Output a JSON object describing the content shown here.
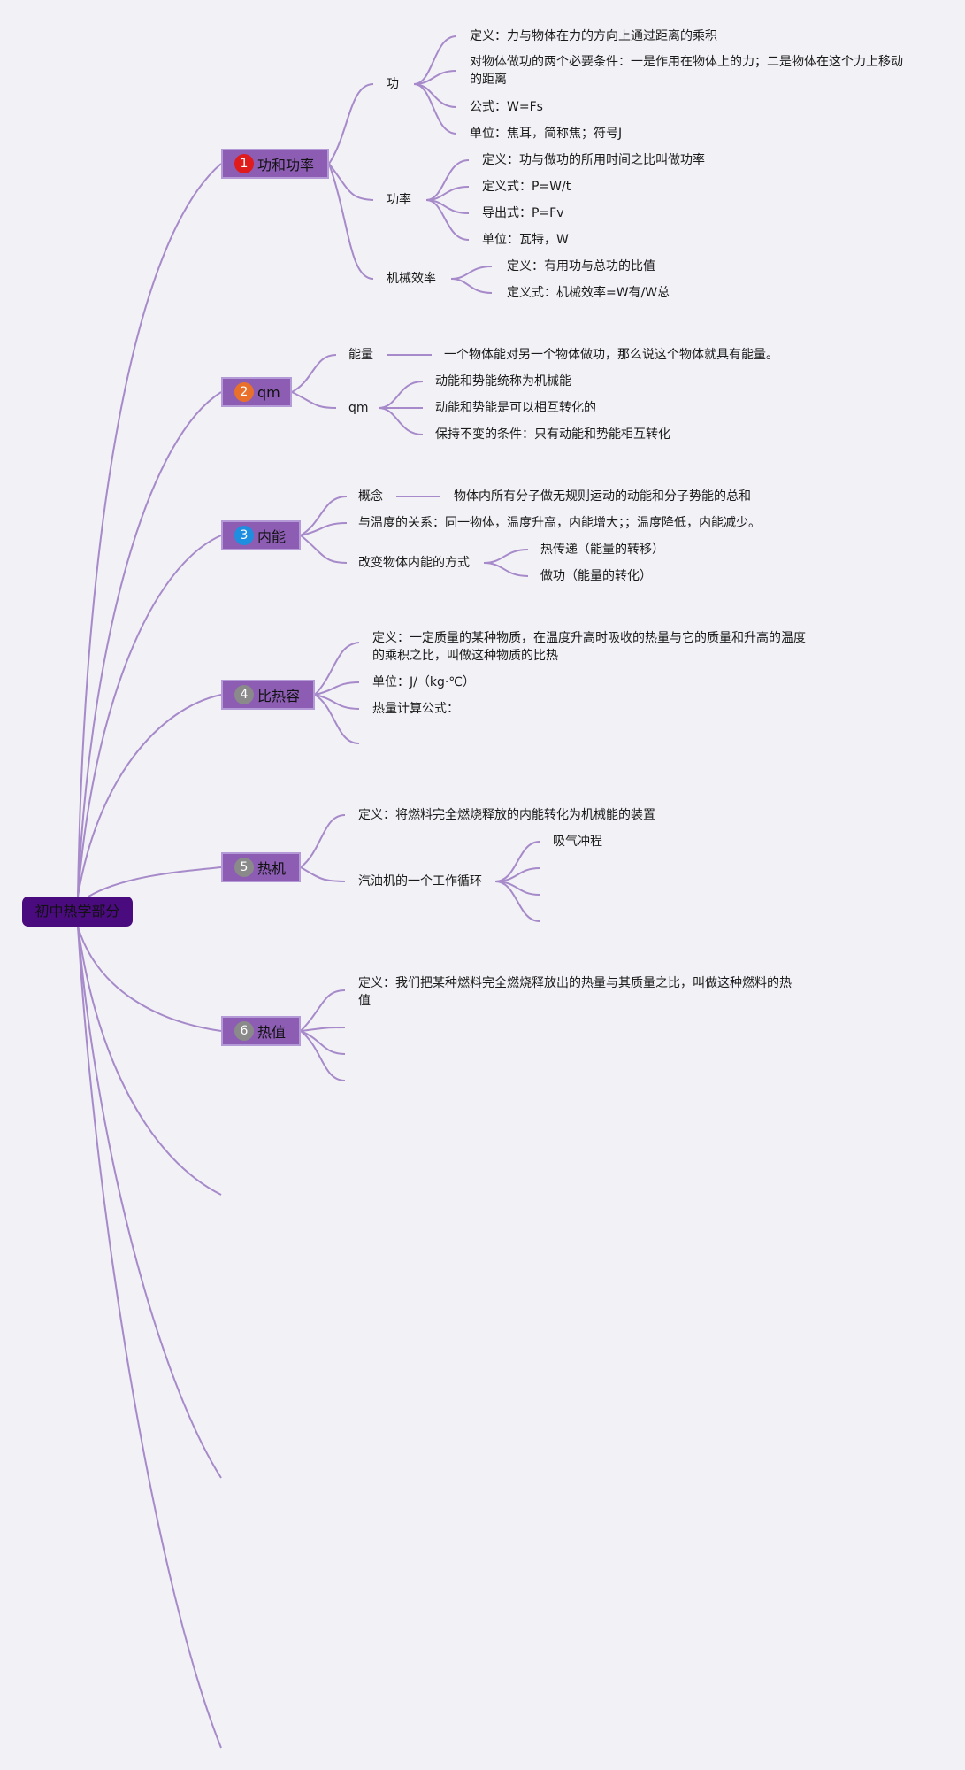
{
  "root": {
    "label": "初中热学部分"
  },
  "branches": [
    {
      "num": "1",
      "label": "功和功率",
      "num_color": "#e01b1b",
      "topics": [
        {
          "label": "功",
          "items": [
            "定义：力与物体在力的方向上通过距离的乘积",
            "对物体做功的两个必要条件：一是作用在物体上的力；二是物体在这个力上移动的距离",
            "公式：W=Fs",
            "单位：焦耳，简称焦；符号J"
          ]
        },
        {
          "label": "功率",
          "items": [
            "定义：功与做功的所用时间之比叫做功率",
            "定义式：P=W/t",
            "导出式：P=Fv",
            "单位：瓦特，W"
          ]
        },
        {
          "label": "机械效率",
          "items": [
            "定义：有用功与总功的比值",
            "定义式：机械效率=W有/W总"
          ]
        }
      ]
    },
    {
      "num": "2",
      "label": "qm",
      "num_color": "#e8702a",
      "topics": [
        {
          "label": "能量",
          "items": [
            "一个物体能对另一个物体做功，那么说这个物体就具有能量。"
          ]
        },
        {
          "label": "qm",
          "items": [
            "动能和势能统称为机械能",
            "动能和势能是可以相互转化的",
            "保持不变的条件：只有动能和势能相互转化"
          ]
        }
      ]
    },
    {
      "num": "3",
      "label": "内能",
      "num_color": "#1e8ee0",
      "topics": [
        {
          "label": "概念",
          "items": [
            "物体内所有分子做无规则运动的动能和分子势能的总和"
          ]
        },
        {
          "label": "与温度的关系：同一物体，温度升高，内能增大；；温度降低，内能减少。",
          "items": []
        },
        {
          "label": "改变物体内能的方式",
          "items": [
            "热传递（能量的转移）",
            "做功（能量的转化）"
          ]
        }
      ]
    },
    {
      "num": "4",
      "label": "比热容",
      "num_color": "#8a8a8a",
      "items": [
        "定义：一定质量的某种物质，在温度升高时吸收的热量与它的质量和升高的温度的乘积之比，叫做这种物质的比热",
        "单位：J/（kg·℃）",
        "热量计算公式：",
        ""
      ]
    },
    {
      "num": "5",
      "label": "热机",
      "num_color": "#8a8a8a",
      "topics": [
        {
          "label": "定义：将燃料完全燃烧释放的内能转化为机械能的装置",
          "items": []
        },
        {
          "label": "汽油机的一个工作循环",
          "items": [
            "吸气冲程",
            "",
            "",
            ""
          ]
        }
      ]
    },
    {
      "num": "6",
      "label": "热值",
      "num_color": "#8a8a8a",
      "items": [
        "定义：我们把某种燃料完全燃烧释放出的热量与其质量之比，叫做这种燃料的热值",
        "",
        "",
        ""
      ]
    }
  ]
}
